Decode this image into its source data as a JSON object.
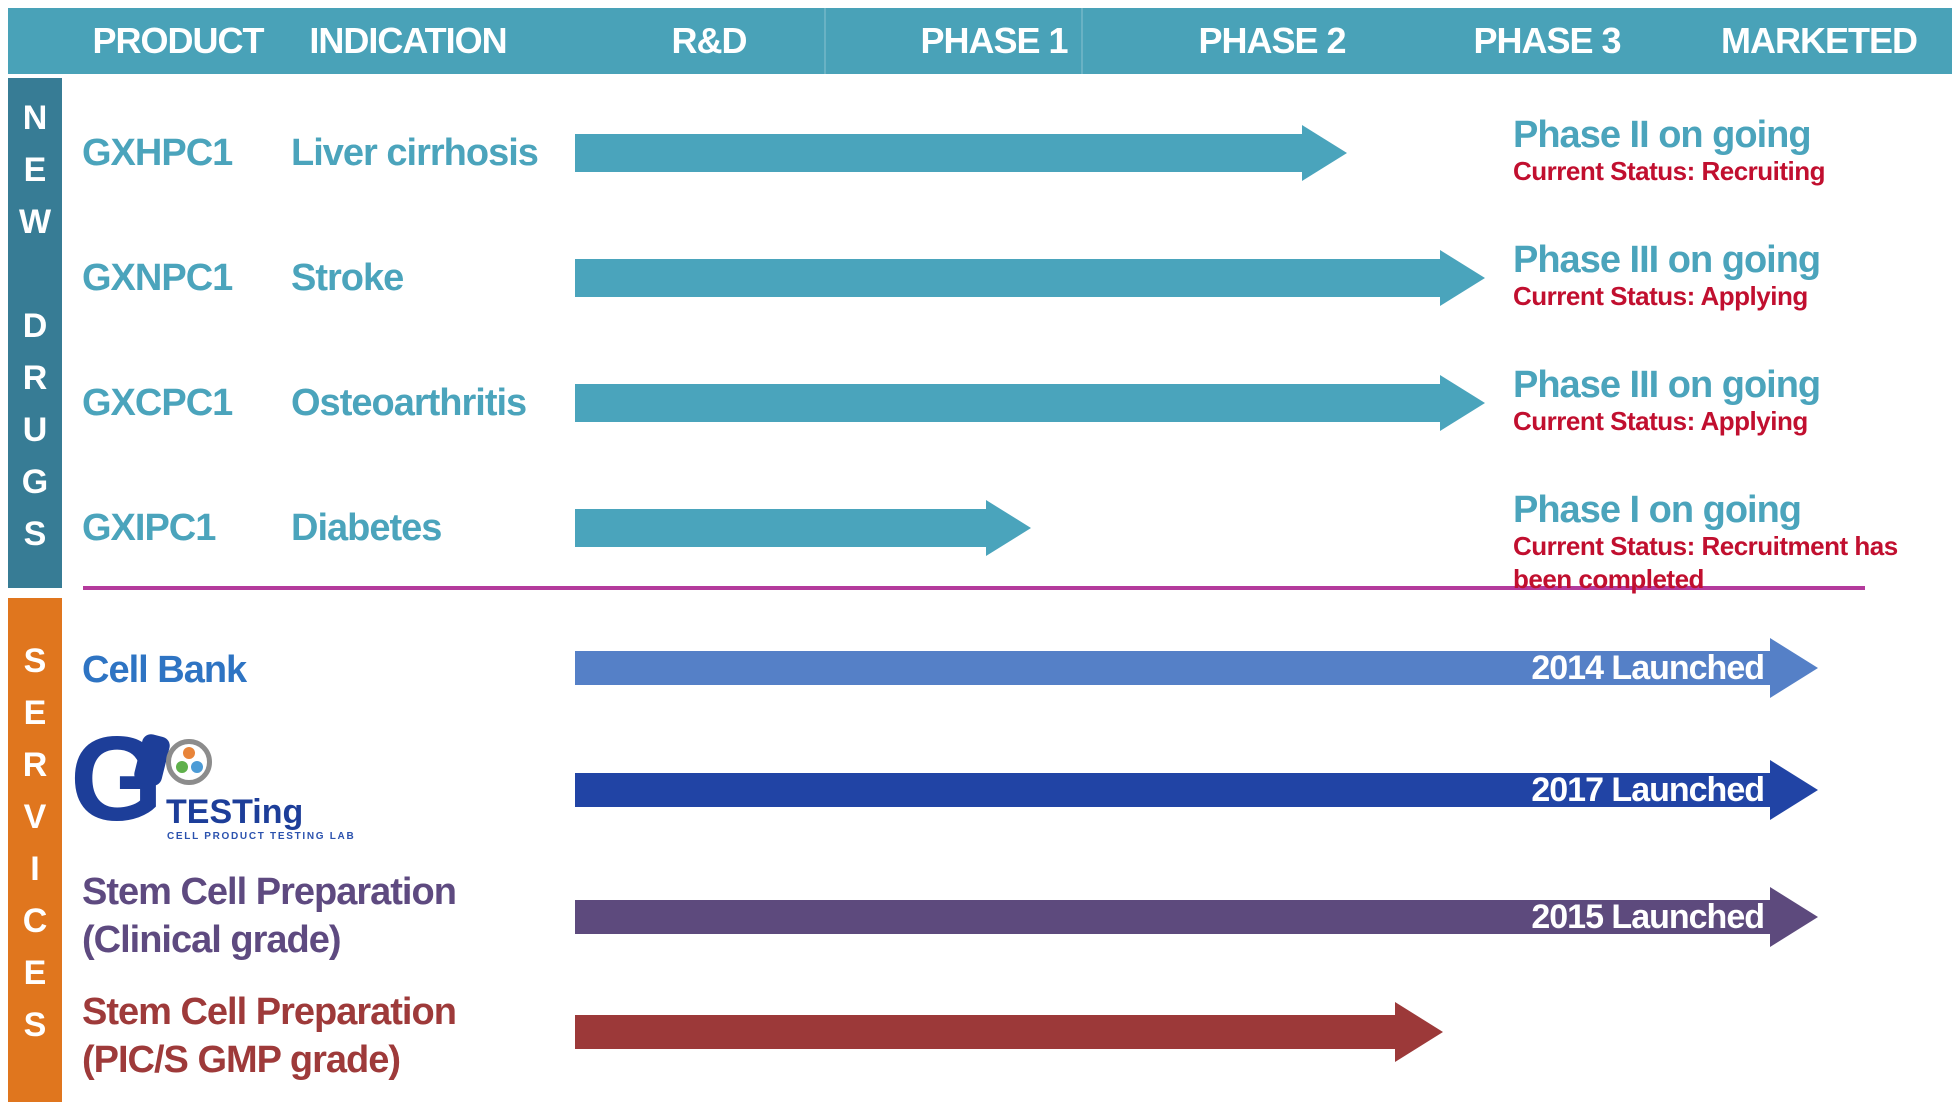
{
  "header": {
    "columns": [
      "PRODUCT",
      "INDICATION",
      "R&D",
      "PHASE 1",
      "PHASE 2",
      "PHASE 3",
      "MARKETED"
    ]
  },
  "sidebar": {
    "new_drugs_label": "NEW DRUGS",
    "services_label": "SERVICES"
  },
  "new_drugs": {
    "rows": [
      {
        "product": "GXHPC1",
        "indication": "Liver cirrhosis",
        "status_title": "Phase II on going",
        "status_detail": "Current Status: Recruiting"
      },
      {
        "product": "GXNPC1",
        "indication": "Stroke",
        "status_title": "Phase III on going",
        "status_detail": "Current Status: Applying"
      },
      {
        "product": "GXCPC1",
        "indication": "Osteoarthritis",
        "status_title": "Phase III on going",
        "status_detail": "Current Status: Applying"
      },
      {
        "product": "GXIPC1",
        "indication": "Diabetes",
        "status_title": "Phase I on going",
        "status_detail": "Current Status: Recruitment has been completed"
      }
    ]
  },
  "services": {
    "rows": [
      {
        "label_line1": "Cell Bank",
        "label_line2": "",
        "arrow_label": "2014 Launched"
      },
      {
        "label_line1": "",
        "label_line2": "",
        "arrow_label": "2017 Launched"
      },
      {
        "label_line1": "Stem Cell Preparation",
        "label_line2": "(Clinical grade)",
        "arrow_label": "2015 Launched"
      },
      {
        "label_line1": "Stem Cell Preparation",
        "label_line2": "(PIC/S GMP grade)",
        "arrow_label": ""
      }
    ],
    "logo": {
      "letter": "G",
      "wordmark": "TESTing",
      "tagline": "CELL PRODUCT TESTING LAB"
    }
  },
  "colors": {
    "header_bg": "#49A2B8",
    "new_drugs_sidebar": "#377C95",
    "services_sidebar": "#E0761E",
    "teal_arrow_text": "#4BA4BC",
    "status_red": "#C10F2F",
    "divider_pink": "#B43A9C",
    "cell_bank_text_blue": "#2E74C3",
    "arrow_2014_blue": "#5580C7",
    "arrow_2017_blue": "#2144A5",
    "stem_cell_purple_text": "#5E4A80",
    "arrow_2015_purple": "#5D4A7D",
    "pics_brick_red": "#9C3939",
    "logo_navy": "#1D3E99"
  },
  "chart_data": {
    "type": "bar",
    "orientation": "horizontal",
    "title": "",
    "stages": [
      "R&D",
      "Phase 1",
      "Phase 2",
      "Phase 3",
      "Marketed"
    ],
    "xlim": [
      0,
      5
    ],
    "grid": false,
    "legend": false,
    "series": [
      {
        "group": "NEW DRUGS",
        "name": "GXHPC1",
        "indication": "Liver cirrhosis",
        "progress_stage_units": 3.0,
        "annotation": "Phase II on going",
        "current_status": "Recruiting"
      },
      {
        "group": "NEW DRUGS",
        "name": "GXNPC1",
        "indication": "Stroke",
        "progress_stage_units": 3.5,
        "annotation": "Phase III on going",
        "current_status": "Applying"
      },
      {
        "group": "NEW DRUGS",
        "name": "GXCPC1",
        "indication": "Osteoarthritis",
        "progress_stage_units": 3.5,
        "annotation": "Phase III on going",
        "current_status": "Applying"
      },
      {
        "group": "NEW DRUGS",
        "name": "GXIPC1",
        "indication": "Diabetes",
        "progress_stage_units": 1.8,
        "annotation": "Phase I on going",
        "current_status": "Recruitment has been completed"
      },
      {
        "group": "SERVICES",
        "name": "Cell Bank",
        "progress_stage_units": 4.8,
        "annotation": "2014 Launched"
      },
      {
        "group": "SERVICES",
        "name": "GTESTing (Cell Product Testing Lab)",
        "progress_stage_units": 4.8,
        "annotation": "2017 Launched"
      },
      {
        "group": "SERVICES",
        "name": "Stem Cell Preparation (Clinical grade)",
        "progress_stage_units": 4.8,
        "annotation": "2015 Launched"
      },
      {
        "group": "SERVICES",
        "name": "Stem Cell Preparation (PIC/S GMP grade)",
        "progress_stage_units": 3.4,
        "annotation": ""
      }
    ]
  }
}
